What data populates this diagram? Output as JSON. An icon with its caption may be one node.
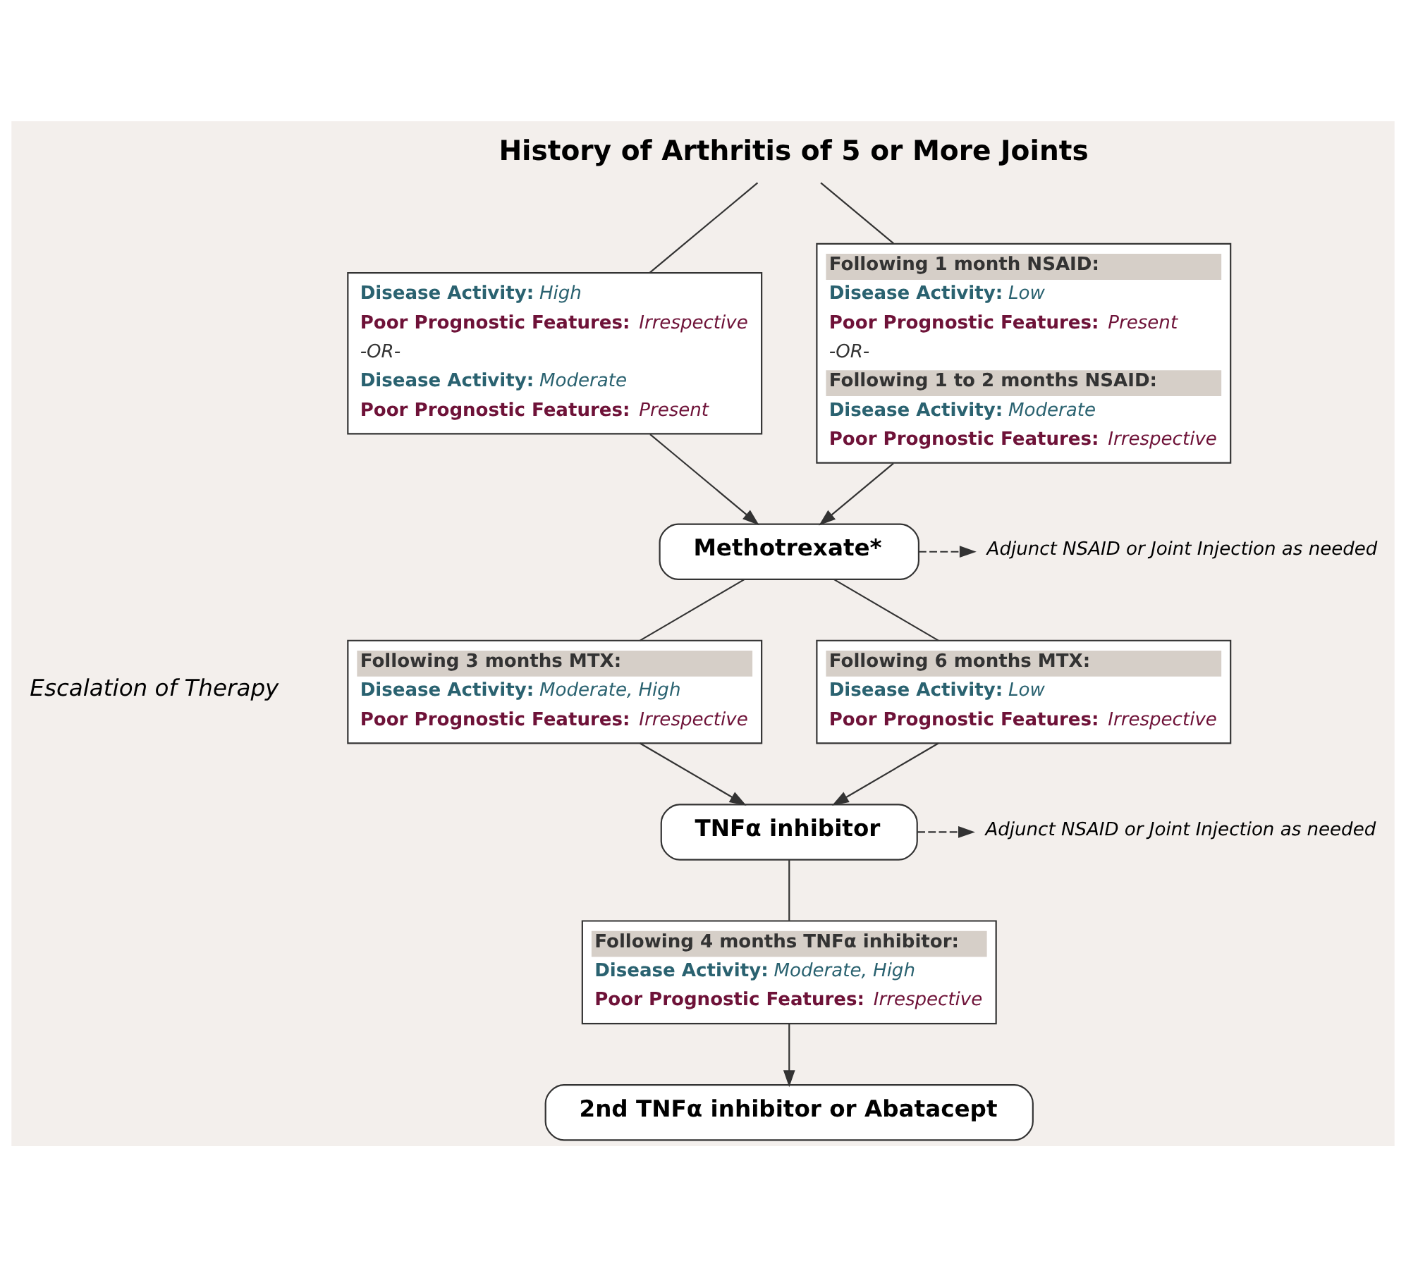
{
  "diagram": {
    "nodes": [
      {
        "text": [
          "History of Arthritis of 5 or More Joints"
        ]
      },
      {
        "text": [
          "**Disease Activity:** *High*",
          "**Poor Prognostic Features:** *Irrespective*",
          "*-OR-*",
          "**Disease Activity:** *Moderate*",
          "**Poor Prognostic Features:** *Present*"
        ]
      },
      {
        "text": [
          "**Following 1 month NSAID:**",
          "**Disease Activity:** *Low*",
          "**Poor Prognostic Features:** *Present*",
          "*-OR-*",
          "**Following 1 to 2 months NSAID:**",
          "**Disease Activity:** *Moderate*",
          "**Poor Prognostic Features:** *Irrespective*"
        ]
      },
      {
        "text": [
          "Methotrexate*"
        ]
      },
      {
        "text": [
          "Adjunct NSAID or Joint Injection as needed"
        ]
      },
      {
        "text": [
          "**Following 3 months MTX:**",
          "**Disease Activity:** *Moderate, High*",
          "**Poor Prognostic Features:** *Irrespective*"
        ]
      },
      {
        "text": [
          "**Following 6 months MTX:**",
          "**Disease Activity:** *Low*",
          "**Poor Prognostic Features:** *Irrespective*"
        ]
      },
      {
        "text": [
          "TNFα inhibitor"
        ]
      },
      {
        "text": [
          "Adjunct NSAID or Joint Injection as needed"
        ]
      },
      {
        "text": [
          "**Following 4 months TNFα inhibitor:**",
          "**Disease Activity:** *Moderate, High*",
          "**Poor Prognostic Features:** *Irrespective*"
        ]
      },
      {
        "text": [
          "2nd TNFα inhibitor or Abatacept"
        ]
      }
    ],
    "edges": [
      {
        "from": 0,
        "to": 1,
        "arrow": "none"
      },
      {
        "from": 0,
        "to": 2,
        "arrow": "none"
      },
      {
        "from": 1,
        "to": 3,
        "arrow": "to"
      },
      {
        "from": 2,
        "to": 3,
        "arrow": "to"
      },
      {
        "from": 3,
        "to": 4,
        "arrow": "to",
        "style": "dashed"
      },
      {
        "from": 3,
        "to": 5,
        "arrow": "none"
      },
      {
        "from": 3,
        "to": 6,
        "arrow": "none"
      },
      {
        "from": 5,
        "to": 7,
        "arrow": "to"
      },
      {
        "from": 6,
        "to": 7,
        "arrow": "to"
      },
      {
        "from": 7,
        "to": 8,
        "arrow": "to",
        "style": "dashed"
      },
      {
        "from": 7,
        "to": 9,
        "arrow": "none"
      },
      {
        "from": 9,
        "to": 10,
        "arrow": "to"
      }
    ],
    "labels": [
      "Escalation of Therapy"
    ]
  }
}
